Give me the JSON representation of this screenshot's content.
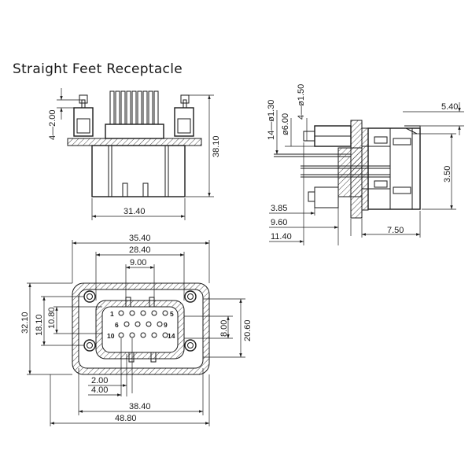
{
  "title": "Straight Feet Receptacle",
  "front_view": {
    "dims": {
      "pin_pitch": "4—2.00",
      "height": "38.10",
      "width": "31.40"
    }
  },
  "side_view": {
    "dims": {
      "pin_dia": "14—ø1.30",
      "boss_dia": "ø6.00",
      "hole_dia": "4—ø1.50",
      "d_5_40": "5.40",
      "d_3_50": "3.50",
      "d_3_85": "3.85",
      "d_9_60": "9.60",
      "d_11_40": "11.40",
      "d_7_50": "7.50"
    }
  },
  "top_view": {
    "dims": {
      "w_35_40": "35.40",
      "w_28_40": "28.40",
      "w_9_00": "9.00",
      "h_32_10": "32.10",
      "h_18_10": "18.10",
      "h_10_80": "10.80",
      "h_8_00": "8.00",
      "h_20_60": "20.60",
      "w_2_00": "2.00",
      "w_4_00": "4.00",
      "w_38_40": "38.40",
      "w_48_80": "48.80"
    },
    "pin_labels": [
      "1",
      "5",
      "6",
      "9",
      "10",
      "14"
    ]
  }
}
